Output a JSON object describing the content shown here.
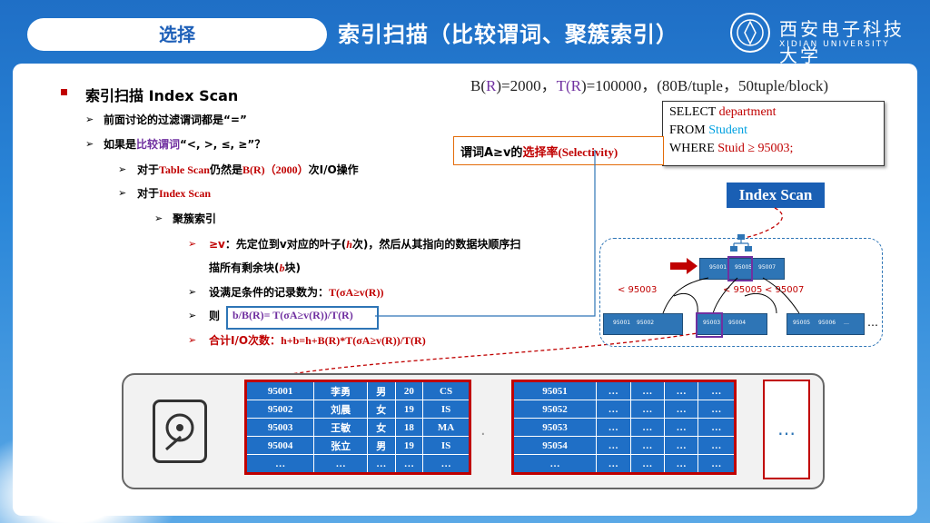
{
  "header": {
    "section": "选择",
    "title": "索引扫描（比较谓词、聚簇索引）",
    "logo_cn": "西安电子科技大学",
    "logo_en": "XIDIAN UNIVERSITY"
  },
  "top_note": {
    "p1": "B(",
    "p2": "R",
    "p3": ")=2000，",
    "p4": "T(",
    "p5": "R",
    "p6": ")=100000，(80B/tuple，50tuple/block)"
  },
  "sql": {
    "line1_kw": "SELECT ",
    "line1_val": "department",
    "line2_kw": "FROM ",
    "line2_val": "Student",
    "line3_kw": "WHERE ",
    "line3_val": "Stuid ≥ 95003;"
  },
  "selectivity": {
    "a": "谓词A≥v的",
    "b": "选择率",
    "c": "(Selectivity)"
  },
  "index_scan_label": "Index Scan",
  "bullets": {
    "l1": "索引扫描 Index Scan",
    "l2": "前面讨论的过滤谓词都是“=”",
    "l3a": "如果是",
    "l3b": "比较谓词",
    "l3c": "“<, >, ≤, ≥”？",
    "l4a": "对于",
    "l4b": "Table Scan",
    "l4c": "仍然是",
    "l4d": "B(R)（2000）",
    "l4e": "次I/O操作",
    "l5a": "对于",
    "l5b": "Index Scan",
    "l6": "聚簇索引",
    "l7a": "≥v",
    "l7b": "：先定位到v对应的叶子(",
    "l7c": "h",
    "l7d": "次)，然后从其指向的数据块顺序扫",
    "l7e": "描所有剩余块(",
    "l7f": "b",
    "l7g": "块)",
    "l8a": "设满足条件的记录数为：",
    "l8b": "T(σA≥v(R))",
    "l9a": "则",
    "l9b": "b/B(R)= T(σA≥v(R))/T(R)",
    "l10a": "合计I/O次数：",
    "l10b": "h+b=h+B(R)*T(σA≥v(R))/T(R)"
  },
  "tree": {
    "root_keys": [
      "95001",
      "95005",
      "95007"
    ],
    "lt_label": "< 95003",
    "mid_label": "< 95005",
    "mid2_label": "< 95007",
    "leaf1": [
      "95001",
      "95002"
    ],
    "leaf2": [
      "95003",
      "95004"
    ],
    "leaf3": [
      "95005",
      "95006",
      "…"
    ],
    "ellipsis": "…"
  },
  "table1": {
    "rows": [
      [
        "95001",
        "李勇",
        "男",
        "20",
        "CS"
      ],
      [
        "95002",
        "刘晨",
        "女",
        "19",
        "IS"
      ],
      [
        "95003",
        "王敏",
        "女",
        "18",
        "MA"
      ],
      [
        "95004",
        "张立",
        "男",
        "19",
        "IS"
      ],
      [
        "…",
        "…",
        "…",
        "…",
        "…"
      ]
    ]
  },
  "table2": {
    "rows": [
      [
        "95051",
        "…",
        "…",
        "…",
        "…"
      ],
      [
        "95052",
        "…",
        "…",
        "…",
        "…"
      ],
      [
        "95053",
        "…",
        "…",
        "…",
        "…"
      ],
      [
        "95054",
        "…",
        "…",
        "…",
        "…"
      ],
      [
        "…",
        "…",
        "…",
        "…",
        "…"
      ]
    ]
  },
  "gap_dot": "·",
  "more": "…",
  "colors": {
    "red": "#c00000",
    "purple": "#7030a0",
    "blue_text": "#00a0e0",
    "block_blue": "#1f6fc6",
    "orange": "#e36c09"
  }
}
